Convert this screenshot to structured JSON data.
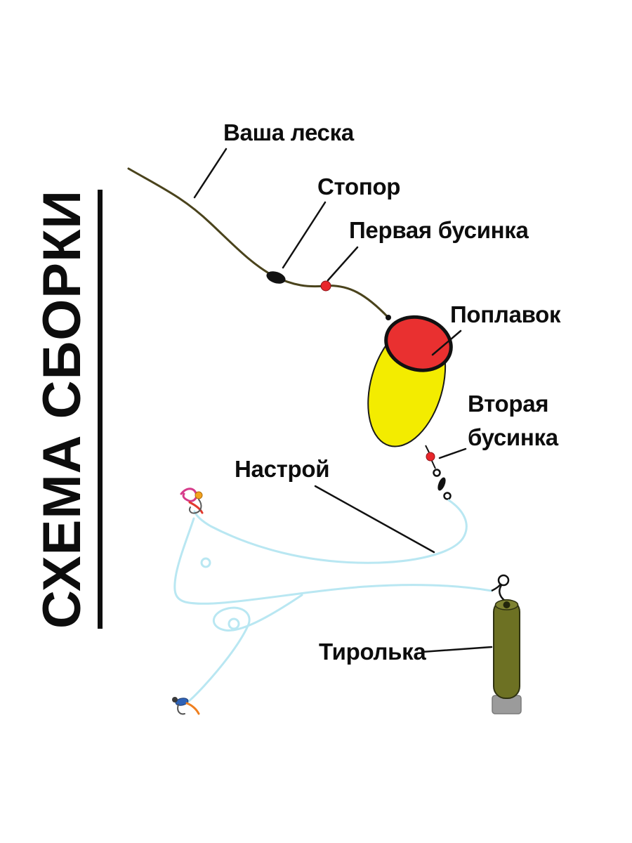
{
  "title": "СХЕМА СБОРКИ",
  "labels": {
    "fishing_line": "Ваша леска",
    "stopper": "Стопор",
    "first_bead": "Первая бусинка",
    "float": "Поплавок",
    "second_bead": "Вторая\nбусинка",
    "rig": "Настрой",
    "tyrolka": "Тиролька"
  },
  "colors": {
    "fishing_line": "#4a431c",
    "stopper": "#121212",
    "bead": "#e8262b",
    "float_body": "#f3ec00",
    "float_cap": "#e93030",
    "rig_line": "#b9e7f2",
    "tyrolka_body": "#6d7123",
    "tyrolka_cap": "#9b9b9b"
  }
}
